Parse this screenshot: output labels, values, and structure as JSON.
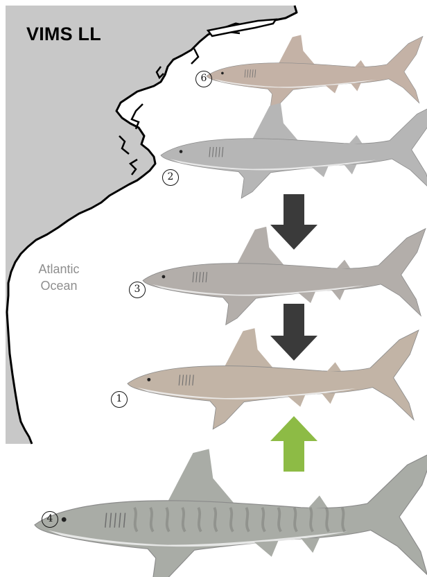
{
  "title": "VIMS LL",
  "ocean_label": {
    "line1": "Atlantic",
    "line2": "Ocean"
  },
  "colors": {
    "land": "#c8c8c8",
    "coast": "#000000",
    "decline_arrow": "#3a3a3a",
    "increase_arrow": "#8dbb45"
  },
  "sharks": [
    {
      "rank": "6",
      "color": "#c4b2a6"
    },
    {
      "rank": "2",
      "color": "#b6b6b6"
    },
    {
      "rank": "3",
      "color": "#b3aeaa"
    },
    {
      "rank": "1",
      "color": "#c2b4a6"
    },
    {
      "rank": "4",
      "color": "#a9aca6"
    }
  ],
  "arrows": [
    {
      "direction": "down",
      "color": "#3a3a3a"
    },
    {
      "direction": "down",
      "color": "#3a3a3a"
    },
    {
      "direction": "up",
      "color": "#8dbb45"
    }
  ]
}
